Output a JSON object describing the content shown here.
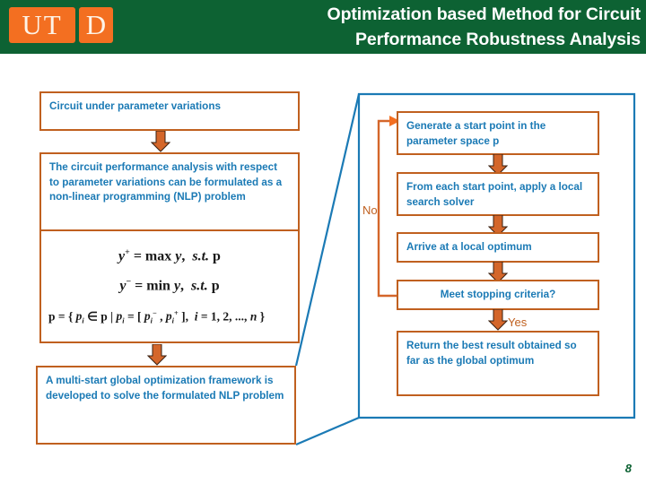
{
  "header": {
    "title_line1": "Optimization based Method for Circuit",
    "title_line2": "Performance Robustness Analysis",
    "band_color": "#0d6233",
    "logo": {
      "block1": "UT",
      "block2": "D",
      "color": "#f36f21"
    }
  },
  "colors": {
    "box_border": "#c0601f",
    "box_text": "#1b7ab5",
    "callout_blue": "#1b7ab5",
    "arrow_orange": "#c0601f",
    "label_orange": "#c0601f",
    "page_number": "#0d6233"
  },
  "left_column": {
    "box_circuit": "Circuit under parameter variations",
    "box_nlp": "The circuit performance analysis with respect to parameter variations can be formulated as a non-linear programming (NLP) problem",
    "box_multistart": "A multi-start global optimization framework is developed to solve the formulated NLP problem",
    "equations": {
      "eq1": "y⁺ = max y,  s.t. p",
      "eq2": "y⁻ = min y,  s.t. p",
      "eq3": "p = { pᵢ ∈ p | pᵢ = [ pᵢ⁻ , pᵢ⁺ ],  i = 1, 2, ..., n }"
    }
  },
  "flowchart": {
    "box_generate": "Generate a start point in the parameter space p",
    "box_local_search": "From each start point, apply a local search solver",
    "box_arrive": "Arrive at a local optimum",
    "box_meet": "Meet stopping criteria?",
    "box_return": "Return the best result obtained so far as the global optimum",
    "label_no": "No",
    "label_yes": "Yes"
  },
  "footer": {
    "page_number": "8"
  }
}
